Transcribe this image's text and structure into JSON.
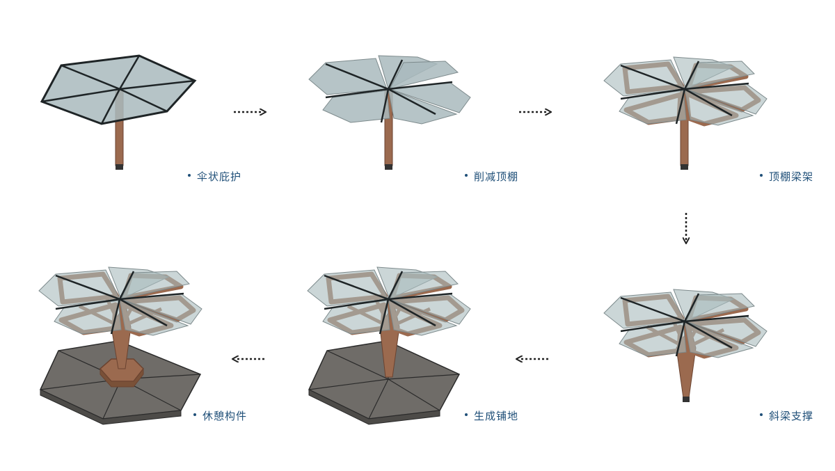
{
  "steps": [
    {
      "id": "umbrella",
      "label": "伞状庇护"
    },
    {
      "id": "reduce",
      "label": "削减顶棚"
    },
    {
      "id": "frame",
      "label": "顶棚梁架"
    },
    {
      "id": "brace",
      "label": "斜梁支撑"
    },
    {
      "id": "paving",
      "label": "生成铺地"
    },
    {
      "id": "rest",
      "label": "休憩构件"
    }
  ],
  "colors": {
    "label": "#1f4f78",
    "glass": "#a9babd",
    "edge": "#1e2426",
    "wood": "#9b6a4f",
    "wood_dark": "#6b4330",
    "paving": "#6f6c68",
    "arrow": "#222222"
  }
}
